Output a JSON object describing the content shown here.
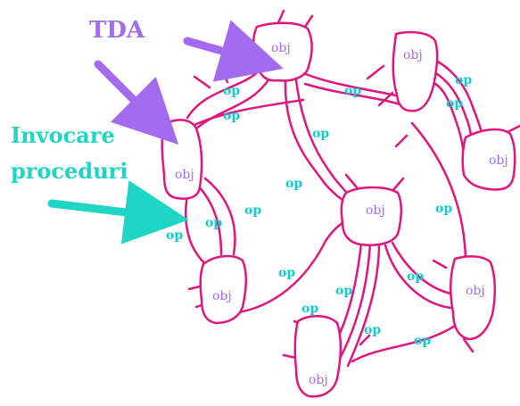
{
  "labels": {
    "tda": "TDA",
    "invocare_line1": "Invocare",
    "invocare_line2": "proceduri"
  },
  "object_label": "obj",
  "operation_label": "op",
  "colors": {
    "tda": "#a36bf0",
    "invocare": "#1ed6c3",
    "stroke": "#e0157f",
    "object_text": "#a36bf0",
    "operation_text": "#11cbd0"
  }
}
